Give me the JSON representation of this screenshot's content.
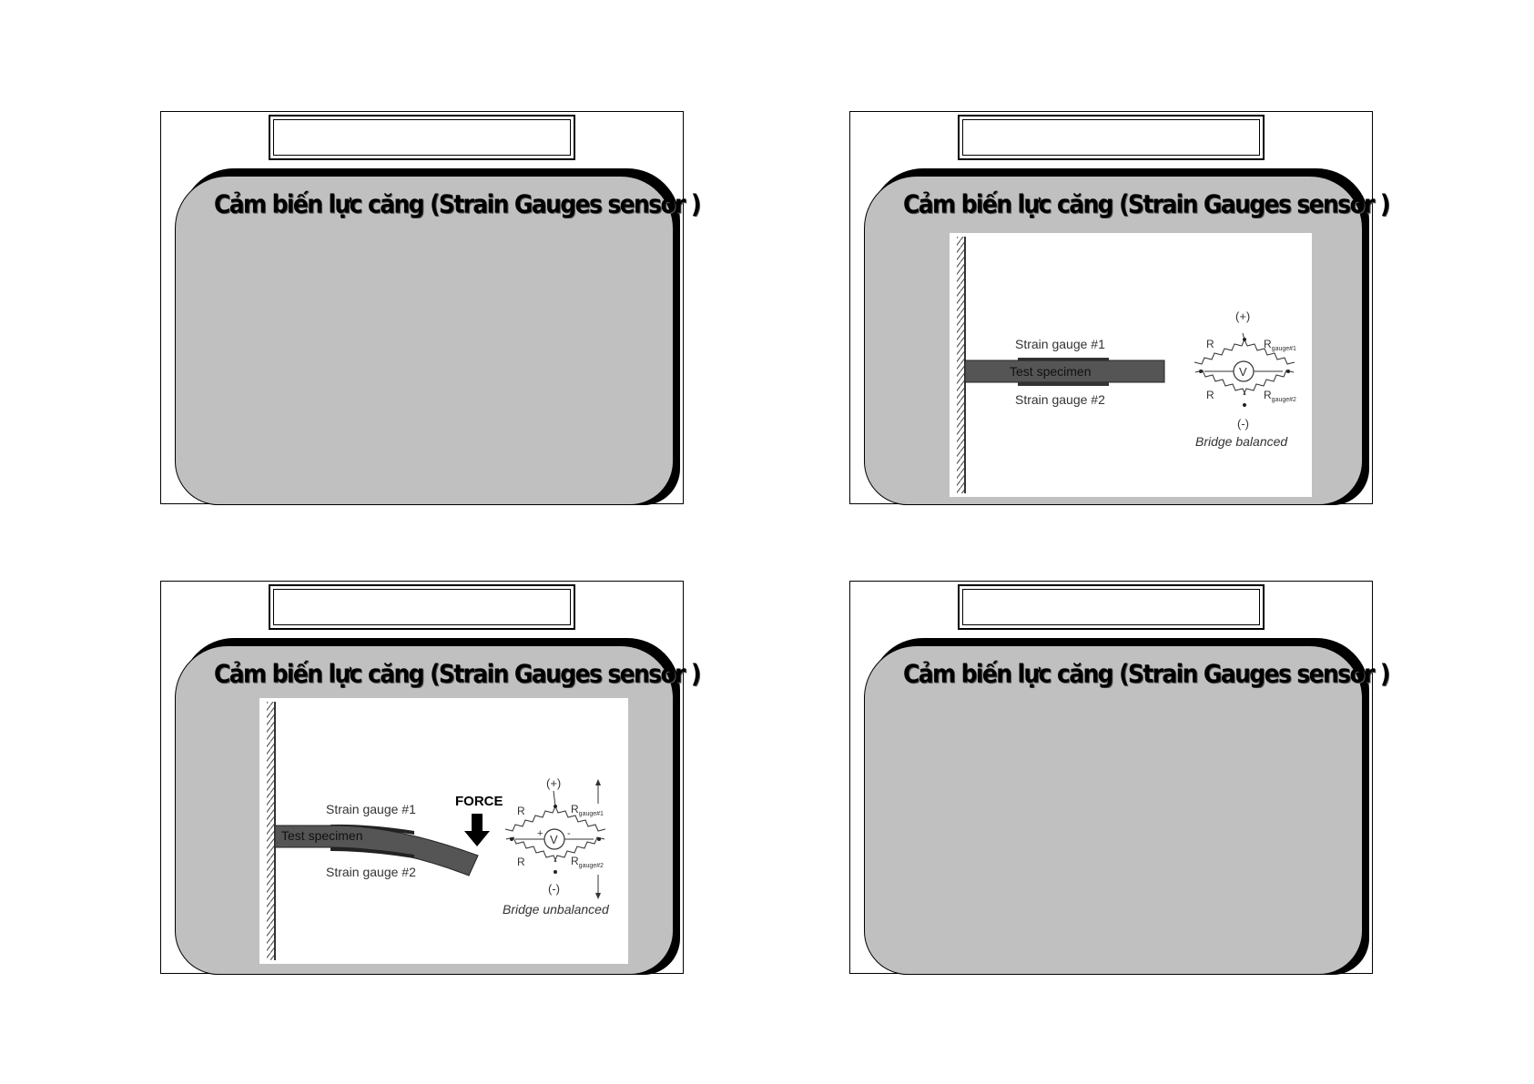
{
  "slides": [
    {
      "title": "Cảm biến lực căng (Strain Gauges sensor )"
    },
    {
      "title": "Cảm biến lực căng (Strain Gauges sensor )",
      "figure": {
        "gauge1": "Strain gauge #1",
        "specimen": "Test specimen",
        "gauge2": "Strain gauge #2",
        "plus": "(+)",
        "minus": "(-)",
        "r_left": "R",
        "r_gauge": "R",
        "gauge1_sub": "gauge#1",
        "gauge2_sub": "gauge#2",
        "meter": "V",
        "caption": "Bridge balanced"
      }
    },
    {
      "title": "Cảm biến lực căng (Strain Gauges sensor )",
      "figure": {
        "gauge1": "Strain gauge #1",
        "specimen": "Test specimen",
        "gauge2": "Strain gauge #2",
        "force": "FORCE",
        "plus": "(+)",
        "minus": "(-)",
        "r_left": "R",
        "r_gauge": "R",
        "gauge1_sub": "gauge#1",
        "gauge2_sub": "gauge#2",
        "meter": "V",
        "meter_plus": "+",
        "meter_minus": "-",
        "caption": "Bridge unbalanced"
      }
    },
    {
      "title": "Cảm biến lực căng (Strain Gauges sensor )"
    }
  ]
}
